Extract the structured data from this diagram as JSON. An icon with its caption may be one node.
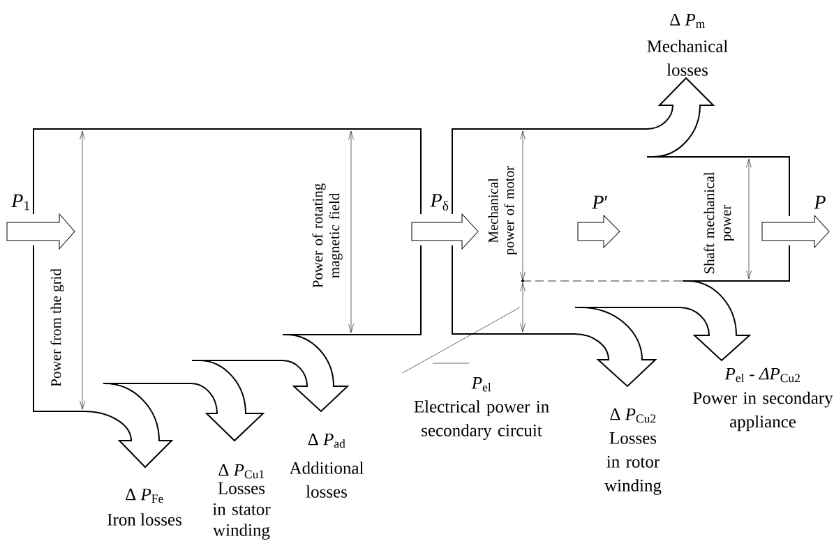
{
  "diagram": {
    "nodes": [
      {
        "text": [
          "*P*$_{el}$",
          "Electrical power in secondary circuit"
        ]
      },
      {
        "text": [],
        "shape": "arrow"
      }
    ],
    "edges": [
      {
        "from": 0,
        "to": 1,
        "arrow": "none"
      }
    ],
    "labels": [
      "Δ *P*$_{m}$",
      "Mechanical losses",
      "*P*$_{1}$",
      "Power from the grid",
      "Power of rotating magnetic field",
      "*P*$_{δ}$",
      "Mechanical power of motor",
      "*P*′",
      "Shaft mechanical power",
      "P",
      "*P*$_{el}$ - *ΔP*$_{Cu2}$",
      "Power in secondary appliance",
      "Δ *P*$_{Cu2}$",
      "Losses in rotor winding",
      "Δ *P*$_{ad}$",
      "Additional losses",
      "Δ *P*$_{Cu1}$",
      "Losses in stator winding",
      "Δ *P*$_{Fe}$",
      "Iron losses"
    ]
  }
}
